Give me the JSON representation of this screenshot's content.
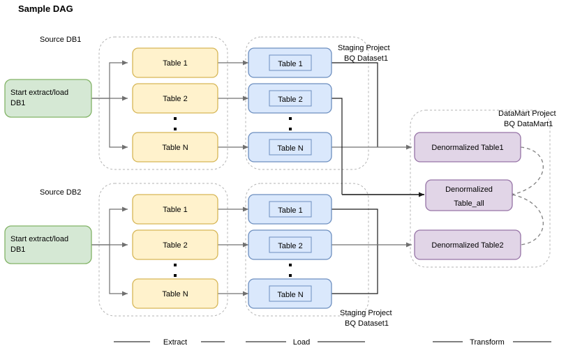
{
  "title": "Sample DAG",
  "groups": {
    "source_db1_label": "Source DB1",
    "source_db2_label": "Source DB2",
    "staging_top_label_line1": "Staging Project",
    "staging_top_label_line2": "BQ Dataset1",
    "staging_bottom_label_line1": "Staging Project",
    "staging_bottom_label_line2": "BQ Dataset1",
    "datamart_label_line1": "DataMart Project",
    "datamart_label_line2": "BQ DataMart1"
  },
  "start_nodes": [
    {
      "line1": "Start extract/load",
      "line2": "DB1"
    },
    {
      "line1": "Start extract/load",
      "line2": "DB1"
    }
  ],
  "extract_top": [
    {
      "label": "Table 1"
    },
    {
      "label": "Table 2"
    },
    {
      "label": "Table N"
    }
  ],
  "extract_bottom": [
    {
      "label": "Table 1"
    },
    {
      "label": "Table 2"
    },
    {
      "label": "Table N"
    }
  ],
  "load_top": [
    {
      "label": "Table 1"
    },
    {
      "label": "Table 2"
    },
    {
      "label": "Table N"
    }
  ],
  "load_bottom": [
    {
      "label": "Table 1"
    },
    {
      "label": "Table 2"
    },
    {
      "label": "Table N"
    }
  ],
  "transform": [
    {
      "line1": "Denormalized Table1",
      "line2": ""
    },
    {
      "line1": "Denormalized",
      "line2": "Table_all"
    },
    {
      "line1": "Denormalized Table2",
      "line2": ""
    }
  ],
  "phases": [
    {
      "label": "Extract"
    },
    {
      "label": "Load"
    },
    {
      "label": "Transform"
    }
  ],
  "colors": {
    "green_fill": "#d5e8d4",
    "green_stroke": "#82b366",
    "yellow_fill": "#fff2cc",
    "yellow_stroke": "#d6b656",
    "blue_fill": "#dae8fc",
    "blue_stroke": "#6c8ebf",
    "purple_fill": "#e1d5e7",
    "purple_stroke": "#9673a6",
    "group_stroke": "#b3b3b3",
    "edge_stroke": "#707070"
  }
}
